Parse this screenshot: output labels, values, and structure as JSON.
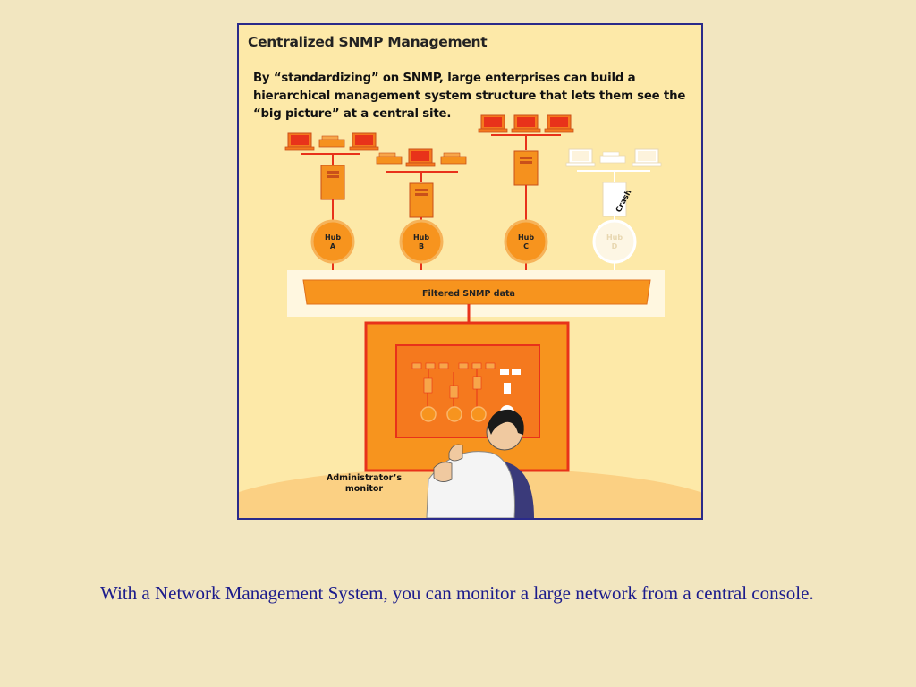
{
  "figure": {
    "title": "Centralized SNMP Management",
    "description": "By “standardizing” on SNMP, large enterprises can build a hierarchical management system structure that lets them see the “big picture” at a central site.",
    "hubs": [
      {
        "label_line1": "Hub",
        "label_line2": "A",
        "status": "active"
      },
      {
        "label_line1": "Hub",
        "label_line2": "B",
        "status": "active"
      },
      {
        "label_line1": "Hub",
        "label_line2": "C",
        "status": "active"
      },
      {
        "label_line1": "Hub",
        "label_line2": "D",
        "status": "crashed"
      }
    ],
    "crash_label": "Crash",
    "bus_label": "Filtered SNMP data",
    "monitor_label_line1": "Administrator’s",
    "monitor_label_line2": "monitor",
    "colors": {
      "active": "#f07a1a",
      "active_dark": "#d8501a",
      "crashed": "#ffffff",
      "background": "#fde9a8",
      "border": "#2a2a8a"
    }
  },
  "caption": "With a Network Management System, you can monitor a large network from a central console."
}
